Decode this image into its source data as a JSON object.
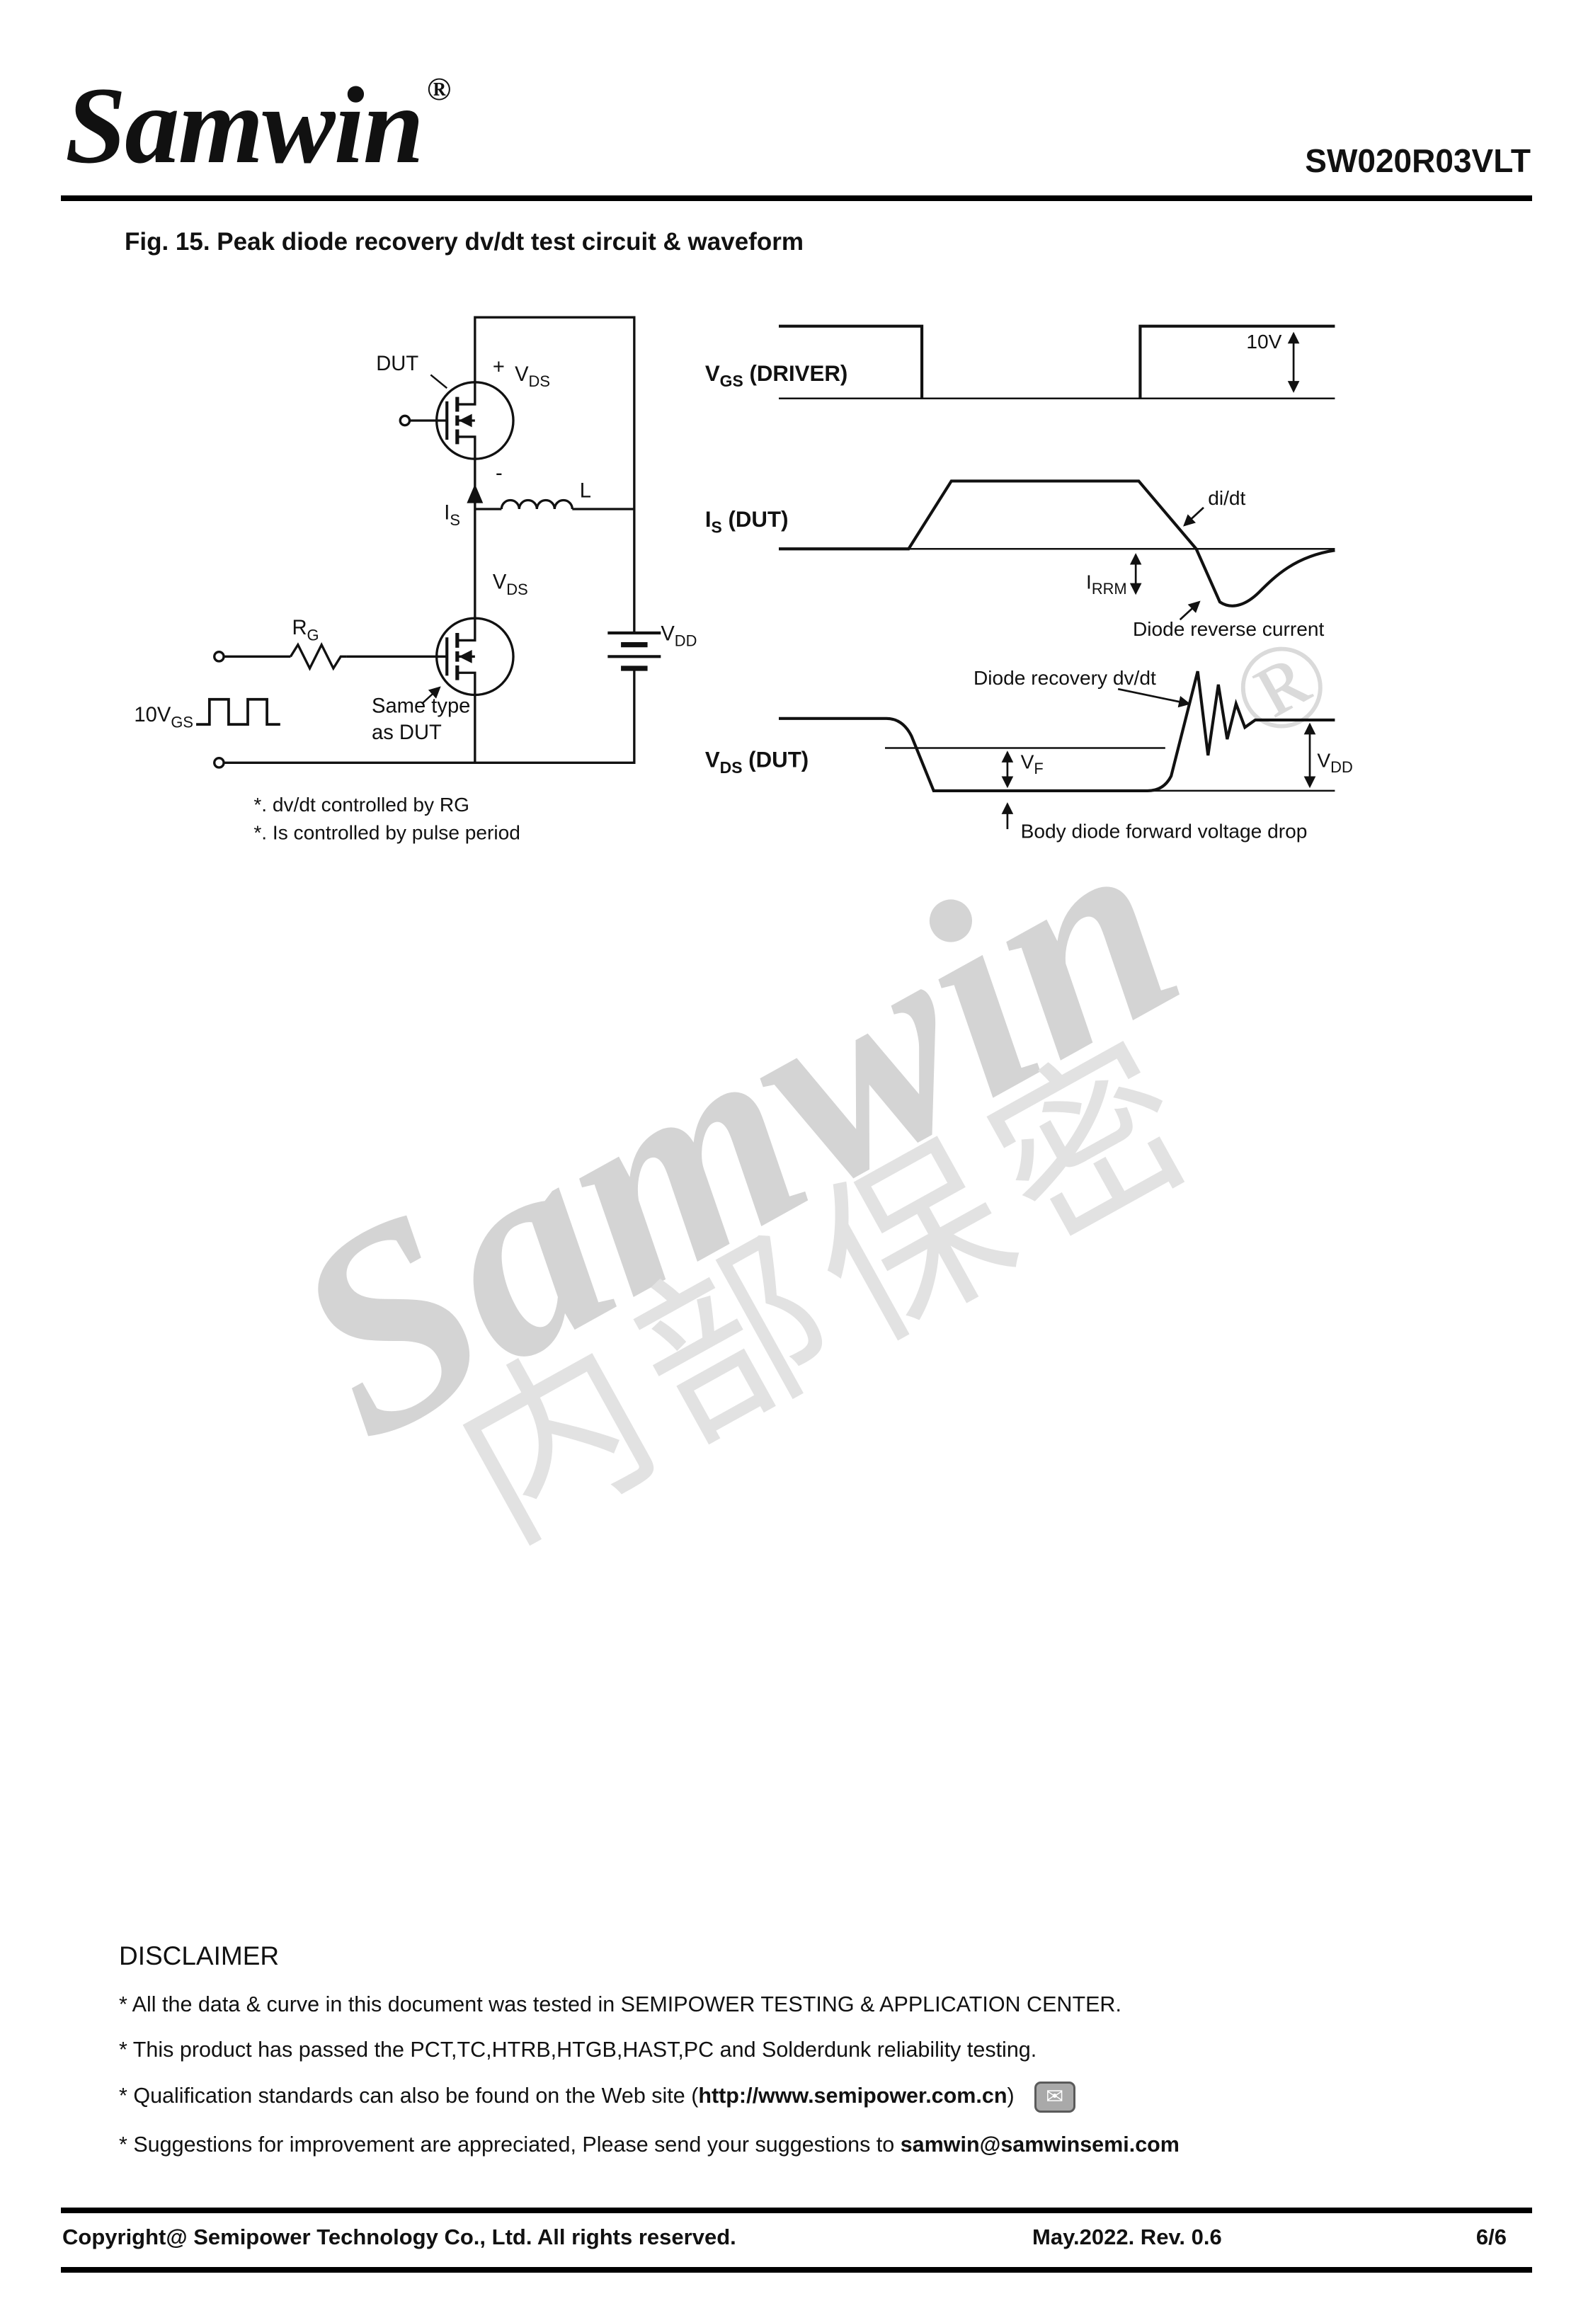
{
  "header": {
    "logo": "Samwin",
    "logo_reg": "®",
    "part_number": "SW020R03VLT"
  },
  "figure": {
    "title": "Fig. 15. Peak diode recovery dv/dt test circuit & waveform",
    "circuit": {
      "dut": "DUT",
      "plus": "+",
      "minus": "-",
      "vds": {
        "t": "V",
        "s": "DS"
      },
      "is": {
        "t": "I",
        "s": "S"
      },
      "l": "L",
      "rg": {
        "t": "R",
        "s": "G"
      },
      "vgs10": {
        "t": "10V",
        "s": "GS"
      },
      "same1": "Same type",
      "same2": "as DUT",
      "vdd": {
        "t": "V",
        "s": "DD"
      },
      "note1": "*. dv/dt controlled by RG",
      "note2": "*. Is controlled by pulse period"
    },
    "waveform": {
      "vgs": {
        "t": "V",
        "s": "GS",
        "rest": " (DRIVER)"
      },
      "is": {
        "t": "I",
        "s": "S",
        "rest": " (DUT)"
      },
      "vds": {
        "t": "V",
        "s": "DS",
        "rest": " (DUT)"
      },
      "tenv": "10V",
      "didt": "di/dt",
      "irrm": {
        "t": "I",
        "s": "RRM"
      },
      "reverse": "Diode reverse current",
      "recovery": "Diode recovery dv/dt",
      "vf": {
        "t": "V",
        "s": "F"
      },
      "vdd": {
        "t": "V",
        "s": "DD"
      },
      "body": "Body diode forward voltage drop"
    }
  },
  "watermark": {
    "text": "Samwin",
    "reg": "®",
    "cn": "内部保密"
  },
  "disclaimer": {
    "title": "DISCLAIMER",
    "line1": "* All the data & curve in this document was tested in SEMIPOWER TESTING & APPLICATION CENTER.",
    "line2": "* This product has passed the PCT,TC,HTRB,HTGB,HAST,PC and Solderdunk reliability testing.",
    "line3_prefix": "* Qualification standards can also be found on the Web site (",
    "line3_link": "http://www.semipower.com.cn",
    "line3_suffix": ")",
    "line4_prefix": "* Suggestions for improvement are appreciated, Please send your suggestions to ",
    "line4_email": "samwin@samwinsemi.com",
    "email_glyph": "✉"
  },
  "footer": {
    "copyright": "Copyright@ Semipower Technology Co., Ltd. All rights reserved.",
    "date_rev": "May.2022. Rev. 0.6",
    "page": "6/6"
  }
}
